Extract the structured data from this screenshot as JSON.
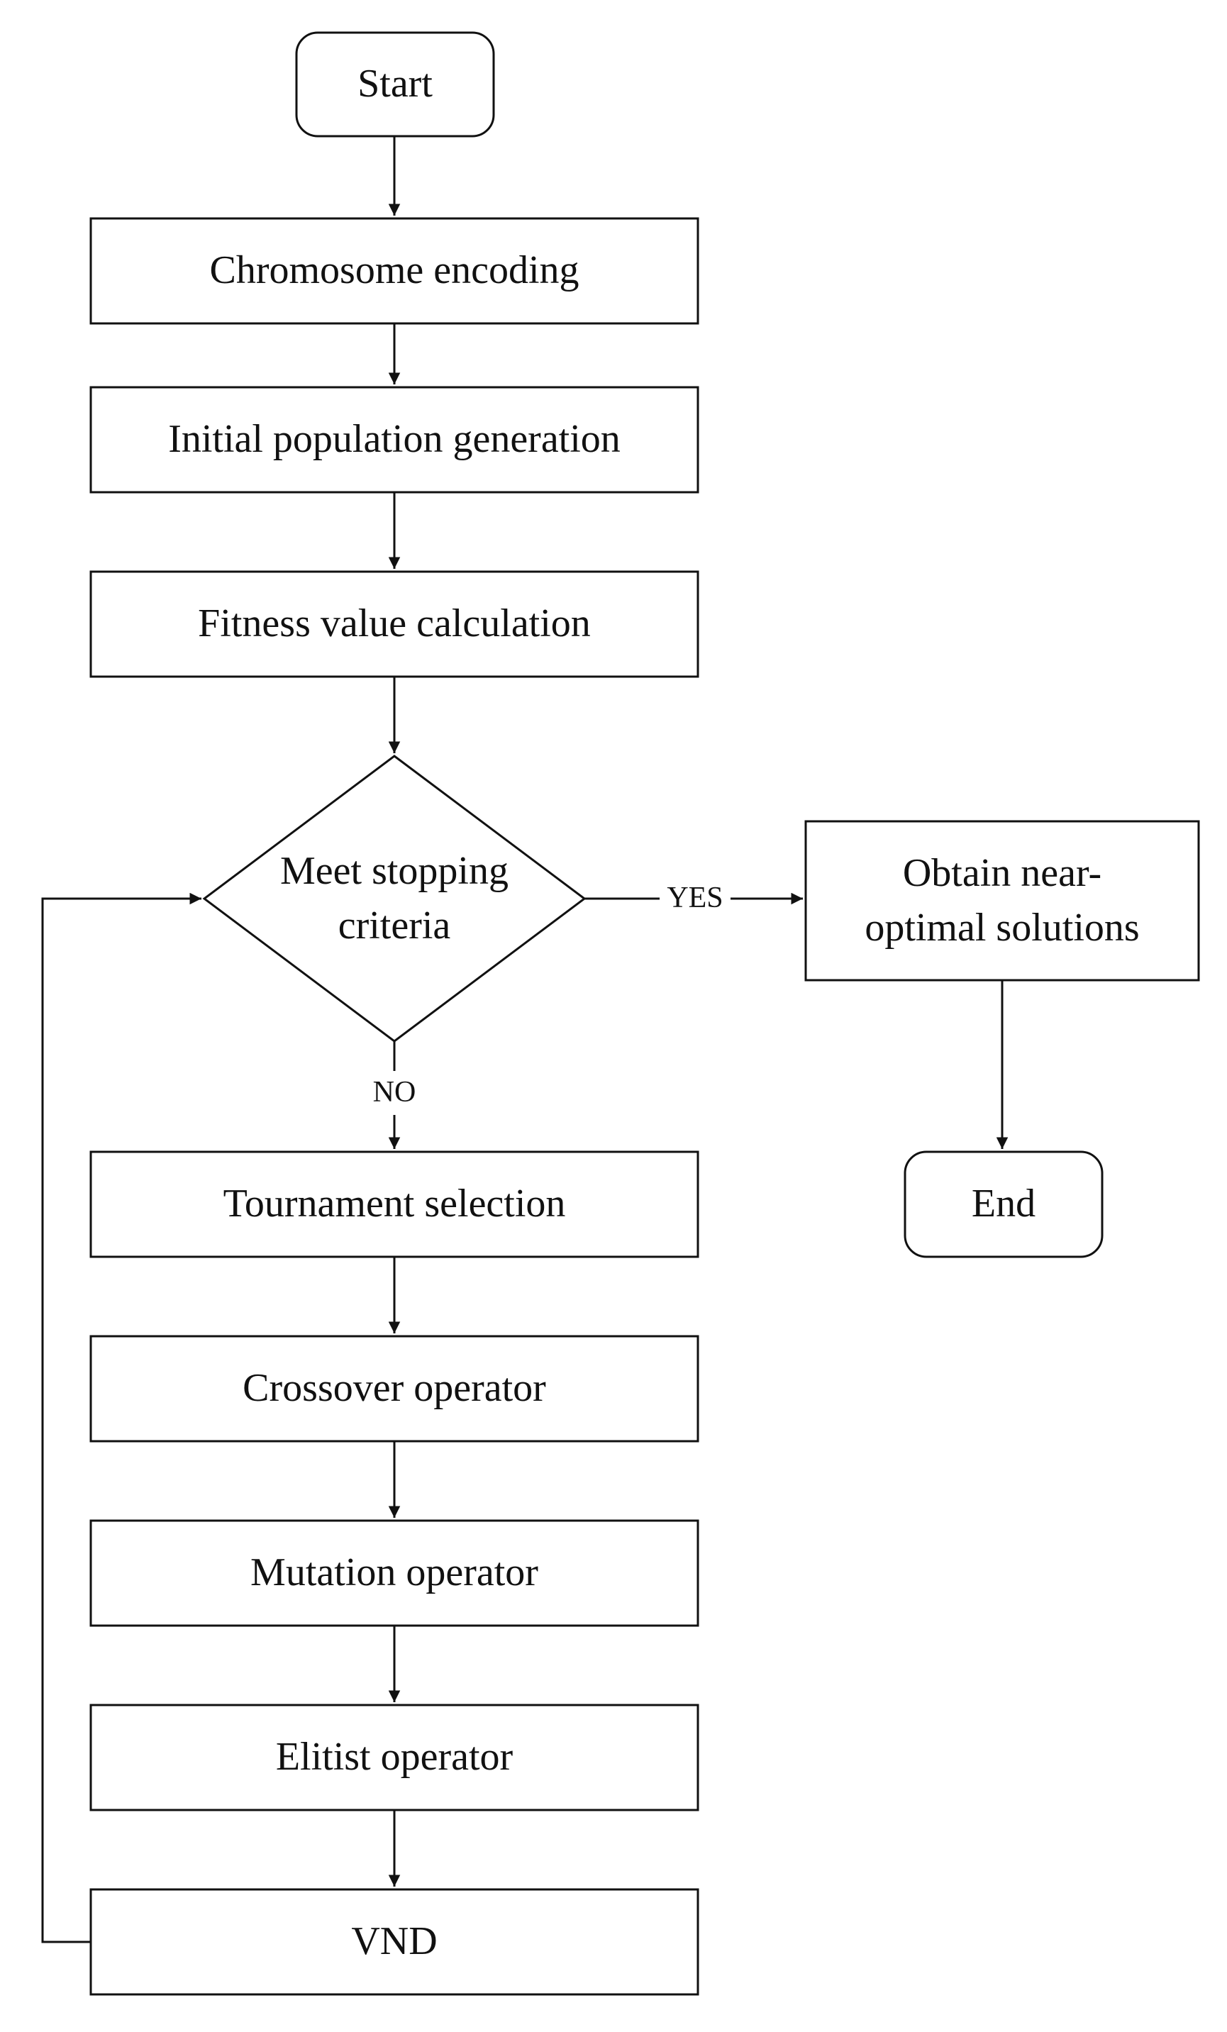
{
  "colors": {
    "stroke": "#111111",
    "background": "#ffffff"
  },
  "nodes": {
    "start": "Start",
    "chromosome": "Chromosome encoding",
    "initial": "Initial population generation",
    "fitness": "Fitness value calculation",
    "decision_line1": "Meet stopping",
    "decision_line2": "criteria",
    "obtain_line1": "Obtain near-",
    "obtain_line2": "optimal solutions",
    "end": "End",
    "tournament": "Tournament selection",
    "crossover": "Crossover operator",
    "mutation": "Mutation operator",
    "elitist": "Elitist operator",
    "vnd": "VND"
  },
  "edge_labels": {
    "yes": "YES",
    "no": "NO"
  }
}
